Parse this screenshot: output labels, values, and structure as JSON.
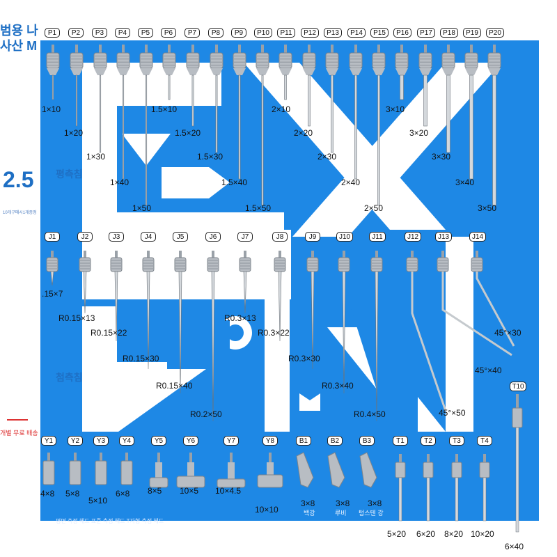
{
  "side": {
    "top_text": "범용 나",
    "top_text2": "사산 M",
    "price": "2.5",
    "promo": "10개구매시1개증정",
    "shipping": "개별 무료 배송"
  },
  "categories": {
    "flat": "평측침",
    "point": "첨측침"
  },
  "colors": {
    "brand_blue": "#1e88e5",
    "steel": "#b8bdc3"
  },
  "p_labels": [
    "P1",
    "P2",
    "P3",
    "P4",
    "P5",
    "P6",
    "P7",
    "P8",
    "P9",
    "P10",
    "P11",
    "P12",
    "P13",
    "P14",
    "P15",
    "P16",
    "P17",
    "P18",
    "P19",
    "P20"
  ],
  "p_sizes": [
    "1×10",
    "1×20",
    "1×30",
    "1×40",
    "1×50",
    "1.5×10",
    "1.5×20",
    "1.5×30",
    "1.5×40",
    "1.5×50",
    "2×10",
    "2×20",
    "2×30",
    "2×40",
    "2×50",
    "3×10",
    "3×20",
    "3×30",
    "3×40",
    "3×50"
  ],
  "j_labels": [
    "J1",
    "J2",
    "J3",
    "J4",
    "J5",
    "J6",
    "J7",
    "J8",
    "J9",
    "J10",
    "J11",
    "J12",
    "J13",
    "J14"
  ],
  "j_sizes": [
    ".15×7",
    "R0.15×13",
    "R0.15×22",
    "R0.15×30",
    "R0.15×40",
    "R0.2×50",
    "R0.3×13",
    "R0.3×22",
    "R0.3×30",
    "R0.3×40",
    "R0.4×50",
    "45°×50",
    "45°×40",
    "45°×30"
  ],
  "b_labels": [
    "Y1",
    "Y2",
    "Y3",
    "Y4",
    "Y5",
    "Y6",
    "Y7",
    "Y8",
    "B1",
    "B2",
    "B3",
    "T1",
    "T2",
    "T3",
    "T4",
    "T10"
  ],
  "b_sizes": [
    "4×8",
    "5×8",
    "5×10",
    "6×8",
    "8×5",
    "10×5",
    "10×4.5",
    "10×10",
    "3×8",
    "3×8",
    "3×8",
    "5×20",
    "6×20",
    "8×20",
    "10×20",
    "6×40"
  ],
  "b_tags": [
    "백강",
    "루비",
    "텅스텐 강"
  ],
  "footer": "평면 측정 헤드 표준 측정 헤드 T자형 측정 헤드"
}
